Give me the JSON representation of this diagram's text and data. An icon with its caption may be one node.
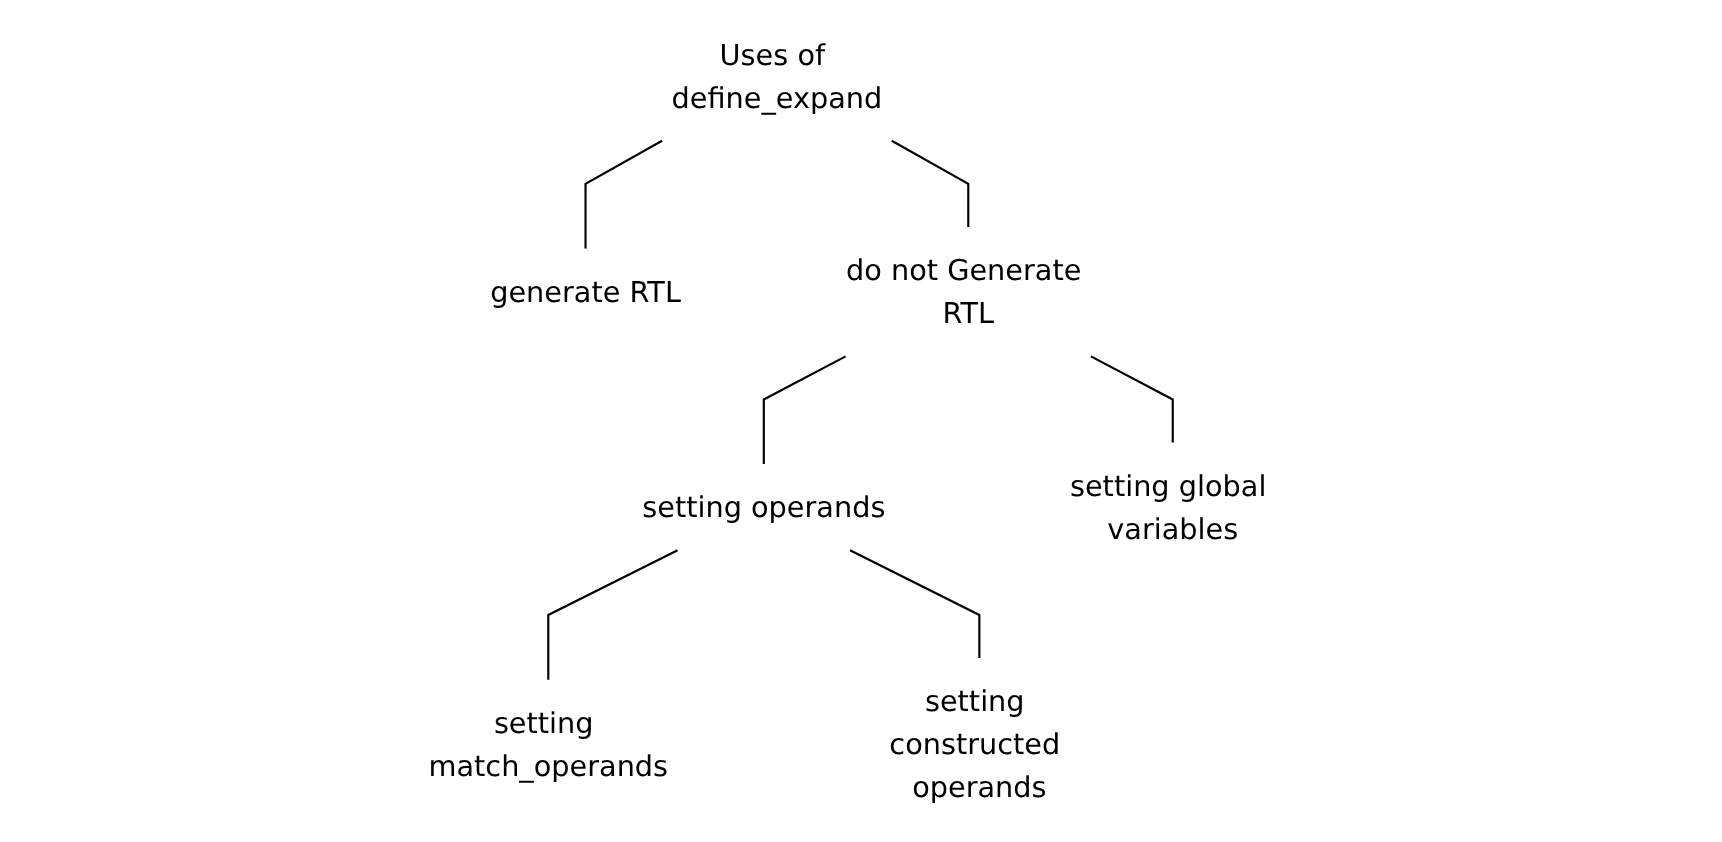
{
  "diagram": {
    "nodes": [
      {
        "text": [
          "Uses of define_expand"
        ]
      },
      {
        "text": [
          "generate RTL"
        ]
      },
      {
        "text": [
          "do not Generate RTL"
        ]
      },
      {
        "text": [
          "setting operands"
        ]
      },
      {
        "text": [
          "setting global variables"
        ]
      },
      {
        "text": [
          "setting match_operands"
        ]
      },
      {
        "text": [
          "setting constructed operands"
        ]
      }
    ],
    "edges": [
      {
        "from": 0,
        "to": 1,
        "arrow": "none"
      },
      {
        "from": 0,
        "to": 2,
        "arrow": "none"
      },
      {
        "from": 2,
        "to": 3,
        "arrow": "none"
      },
      {
        "from": 2,
        "to": 4,
        "arrow": "none"
      },
      {
        "from": 3,
        "to": 5,
        "arrow": "none"
      },
      {
        "from": 3,
        "to": 6,
        "arrow": "none"
      }
    ]
  }
}
